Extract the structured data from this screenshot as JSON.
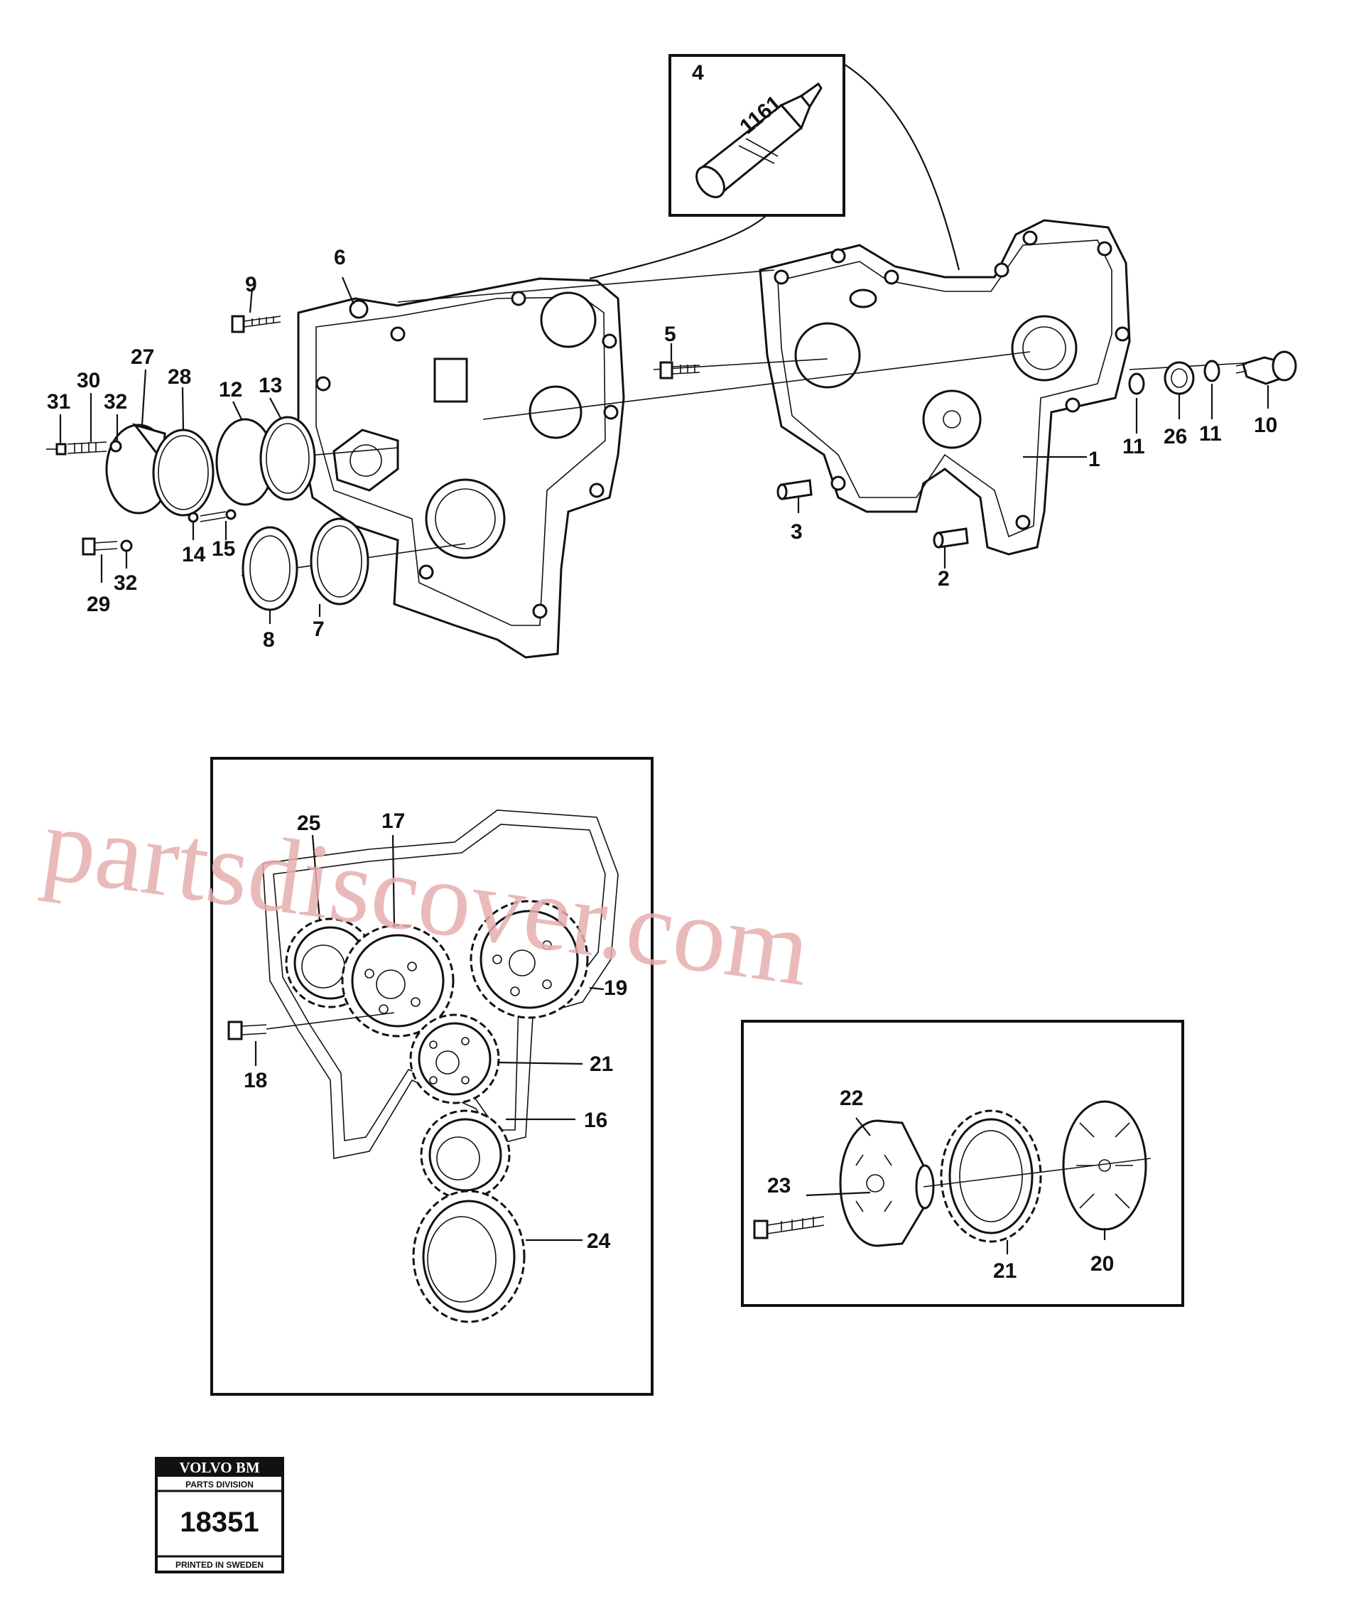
{
  "callouts": {
    "c1": "1",
    "c2": "2",
    "c3": "3",
    "c4": "4",
    "c5": "5",
    "c6": "6",
    "c7": "7",
    "c8": "8",
    "c9": "9",
    "c10": "10",
    "c11a": "11",
    "c11b": "11",
    "c12": "12",
    "c13": "13",
    "c14": "14",
    "c15": "15",
    "c16": "16",
    "c17": "17",
    "c18": "18",
    "c19": "19",
    "c20": "20",
    "c21a": "21",
    "c21b": "21",
    "c22": "22",
    "c23": "23",
    "c24": "24",
    "c25": "25",
    "c26": "26",
    "c27": "27",
    "c28": "28",
    "c29": "29",
    "c30": "30",
    "c31": "31",
    "c32a": "32",
    "c32b": "32"
  },
  "tube_label": "1161",
  "watermark": "partsdiscover.com",
  "stamp": {
    "brand": "VOLVO BM",
    "division": "PARTS DIVISION",
    "number": "18351",
    "printed": "PRINTED IN SWEDEN"
  }
}
